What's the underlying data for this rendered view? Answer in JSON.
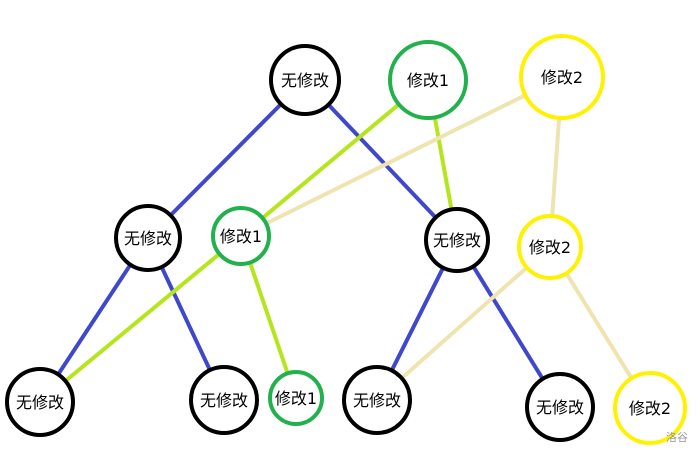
{
  "colors": {
    "black": "#000000",
    "green": "#22b14c",
    "yellow": "#fff200",
    "blue": "#3f48cc",
    "lime": "#b5e61d",
    "beige": "#efe4b0"
  },
  "nodes": [
    {
      "id": "r0",
      "label": "无修改",
      "color": "black"
    },
    {
      "id": "r1",
      "label": "修改1",
      "color": "green"
    },
    {
      "id": "r2",
      "label": "修改2",
      "color": "yellow"
    },
    {
      "id": "a",
      "label": "无修改",
      "color": "black"
    },
    {
      "id": "b",
      "label": "修改1",
      "color": "green"
    },
    {
      "id": "c",
      "label": "无修改",
      "color": "black"
    },
    {
      "id": "d",
      "label": "修改2",
      "color": "yellow"
    },
    {
      "id": "l1",
      "label": "无修改",
      "color": "black"
    },
    {
      "id": "l2",
      "label": "无修改",
      "color": "black"
    },
    {
      "id": "l3",
      "label": "修改1",
      "color": "green"
    },
    {
      "id": "l4",
      "label": "无修改",
      "color": "black"
    },
    {
      "id": "l5",
      "label": "无修改",
      "color": "black"
    },
    {
      "id": "l6",
      "label": "修改2",
      "color": "yellow"
    }
  ],
  "edges": [
    {
      "from": "r0",
      "to": "a",
      "color": "blue"
    },
    {
      "from": "r0",
      "to": "c",
      "color": "blue"
    },
    {
      "from": "a",
      "to": "l1",
      "color": "blue"
    },
    {
      "from": "a",
      "to": "l2",
      "color": "blue"
    },
    {
      "from": "c",
      "to": "l4",
      "color": "blue"
    },
    {
      "from": "c",
      "to": "l5",
      "color": "blue"
    },
    {
      "from": "r1",
      "to": "b",
      "color": "lime"
    },
    {
      "from": "r1",
      "to": "c",
      "color": "lime"
    },
    {
      "from": "b",
      "to": "l1",
      "color": "lime"
    },
    {
      "from": "b",
      "to": "l3",
      "color": "lime"
    },
    {
      "from": "r2",
      "to": "b",
      "color": "beige"
    },
    {
      "from": "r2",
      "to": "d",
      "color": "beige"
    },
    {
      "from": "d",
      "to": "l4",
      "color": "beige"
    },
    {
      "from": "d",
      "to": "l6",
      "color": "beige"
    }
  ],
  "watermark": "洛谷"
}
